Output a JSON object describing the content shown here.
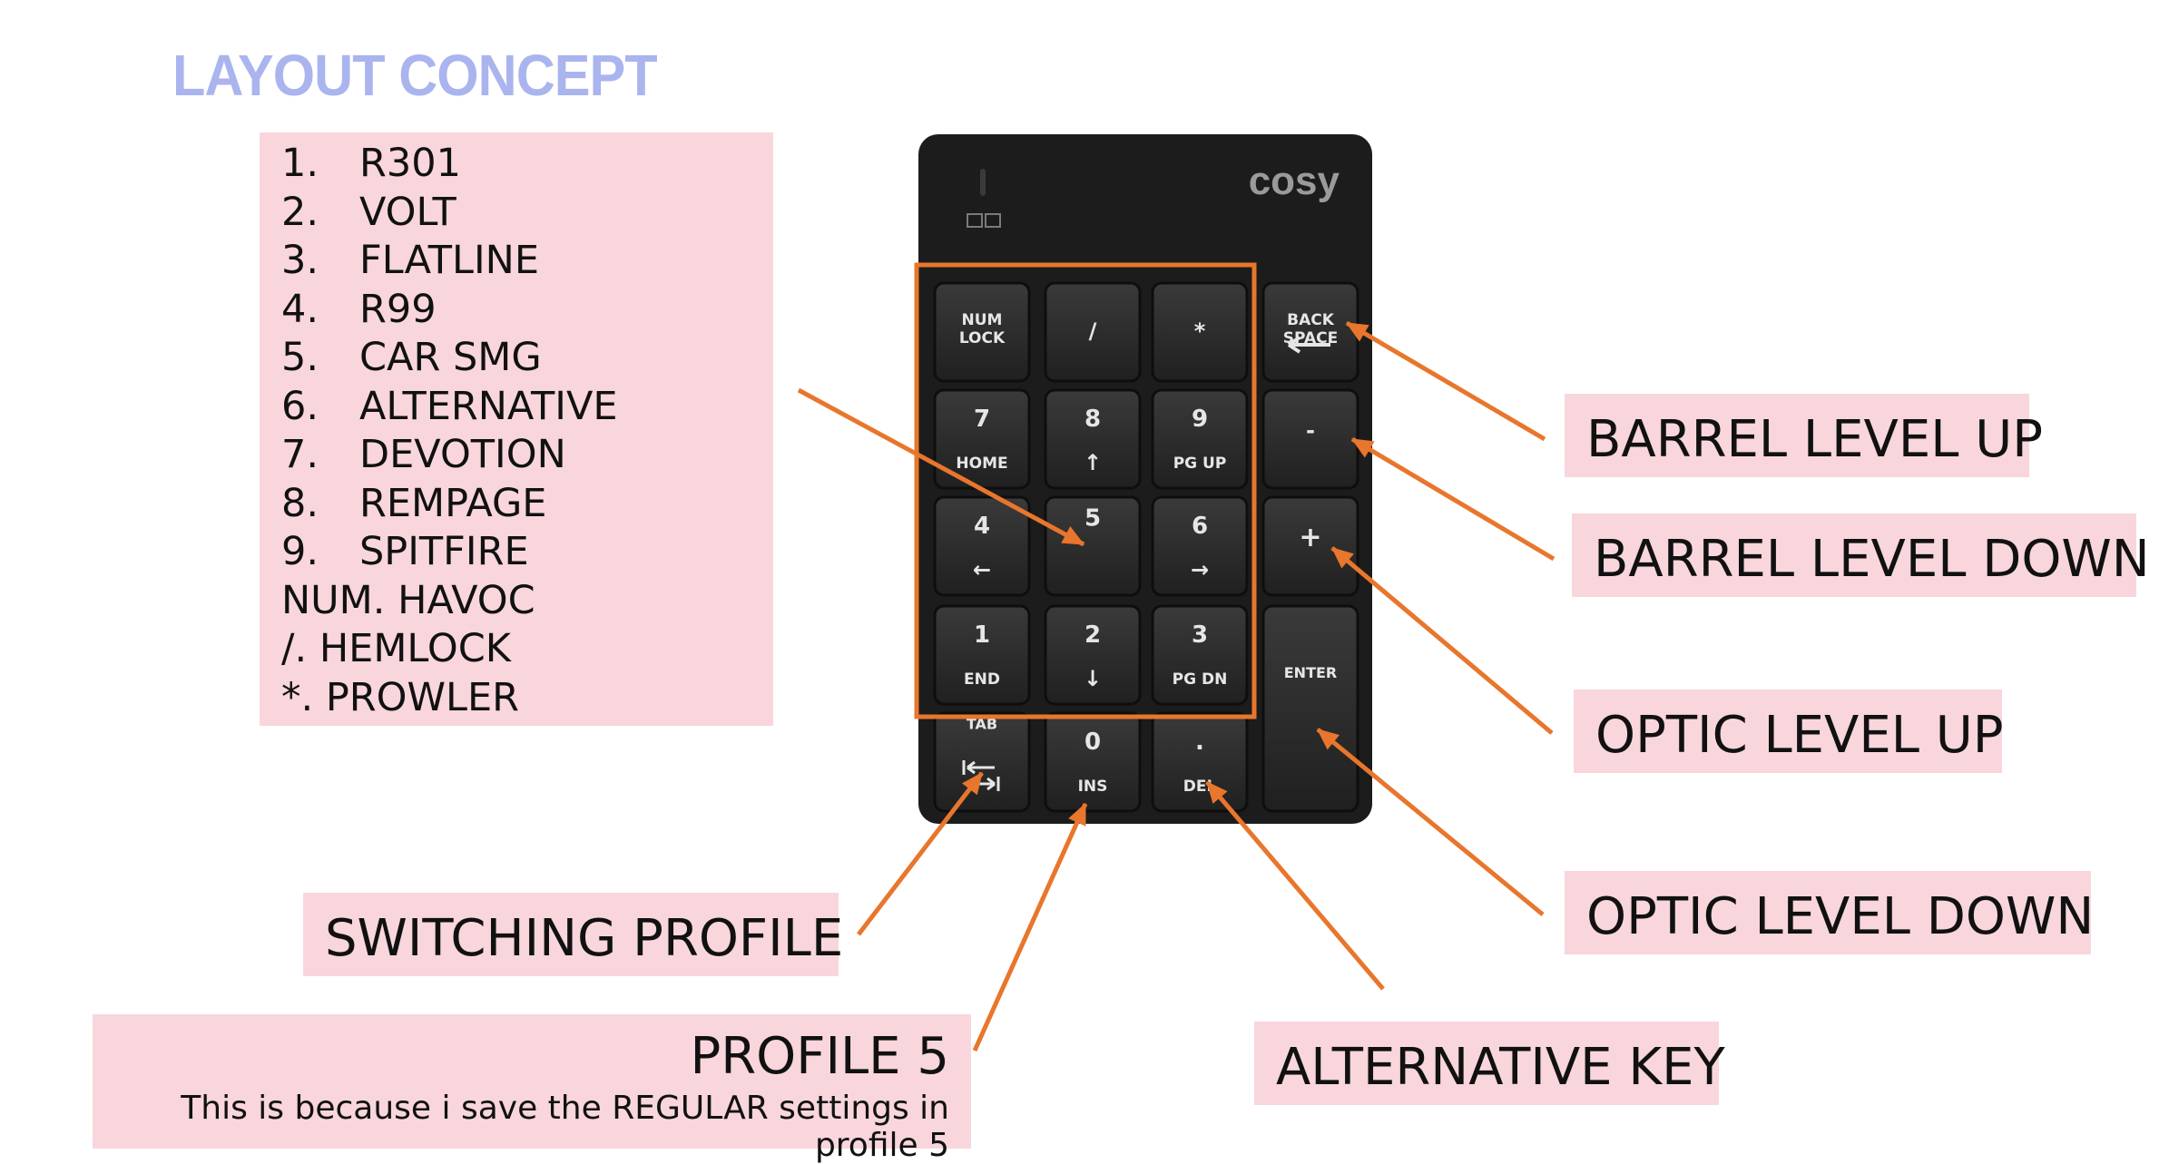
{
  "title": "LAYOUT CONCEPT",
  "brand": "cosy",
  "profile_list": [
    {
      "num": "1.",
      "name": "R301"
    },
    {
      "num": "2.",
      "name": "VOLT"
    },
    {
      "num": "3.",
      "name": "FLATLINE"
    },
    {
      "num": "4.",
      "name": "R99"
    },
    {
      "num": "5.",
      "name": "CAR SMG"
    },
    {
      "num": "6.",
      "name": "ALTERNATIVE"
    },
    {
      "num": "7.",
      "name": "DEVOTION"
    },
    {
      "num": "8.",
      "name": "REMPAGE"
    },
    {
      "num": "9.",
      "name": "SPITFIRE"
    }
  ],
  "extra_list": [
    "NUM. HAVOC",
    "/. HEMLOCK",
    "*. PROWLER"
  ],
  "labels": {
    "barrel_up": "BARREL LEVEL UP",
    "barrel_down": "BARREL LEVEL DOWN",
    "optic_up": "OPTIC LEVEL UP",
    "optic_down": "OPTIC LEVEL DOWN",
    "switching_profile": "SWITCHING PROFILE",
    "alternative_key": "ALTERNATIVE KEY",
    "profile5": "PROFILE 5",
    "profile5_note": "This is because i save the REGULAR settings in profile 5"
  },
  "keys": {
    "numlock": [
      "NUM",
      "LOCK"
    ],
    "slash": "/",
    "star": "*",
    "backspace": [
      "BACK",
      "SPACE"
    ],
    "k7": [
      "7",
      "HOME"
    ],
    "k8": [
      "8",
      "↑"
    ],
    "k9": [
      "9",
      "PG UP"
    ],
    "minus": "-",
    "k4": [
      "4",
      "←"
    ],
    "k5": "5",
    "k6": [
      "6",
      "→"
    ],
    "plus": "+",
    "k1": [
      "1",
      "END"
    ],
    "k2": [
      "2",
      "↓"
    ],
    "k3": [
      "3",
      "PG DN"
    ],
    "enter": "ENTER",
    "tab": "TAB",
    "k0": [
      "0",
      "INS"
    ],
    "dot": [
      ".",
      "DEL"
    ]
  },
  "colors": {
    "accent": "#e8762c",
    "label_bg": "#f8d6dc",
    "title": "#aab4ee",
    "keypad_body": "#1c1c1c",
    "key": "#2b2b2b"
  },
  "icons": {
    "backspace_arrow": "left-arrow-icon",
    "tab_arrows": "tab-arrows-icon"
  }
}
